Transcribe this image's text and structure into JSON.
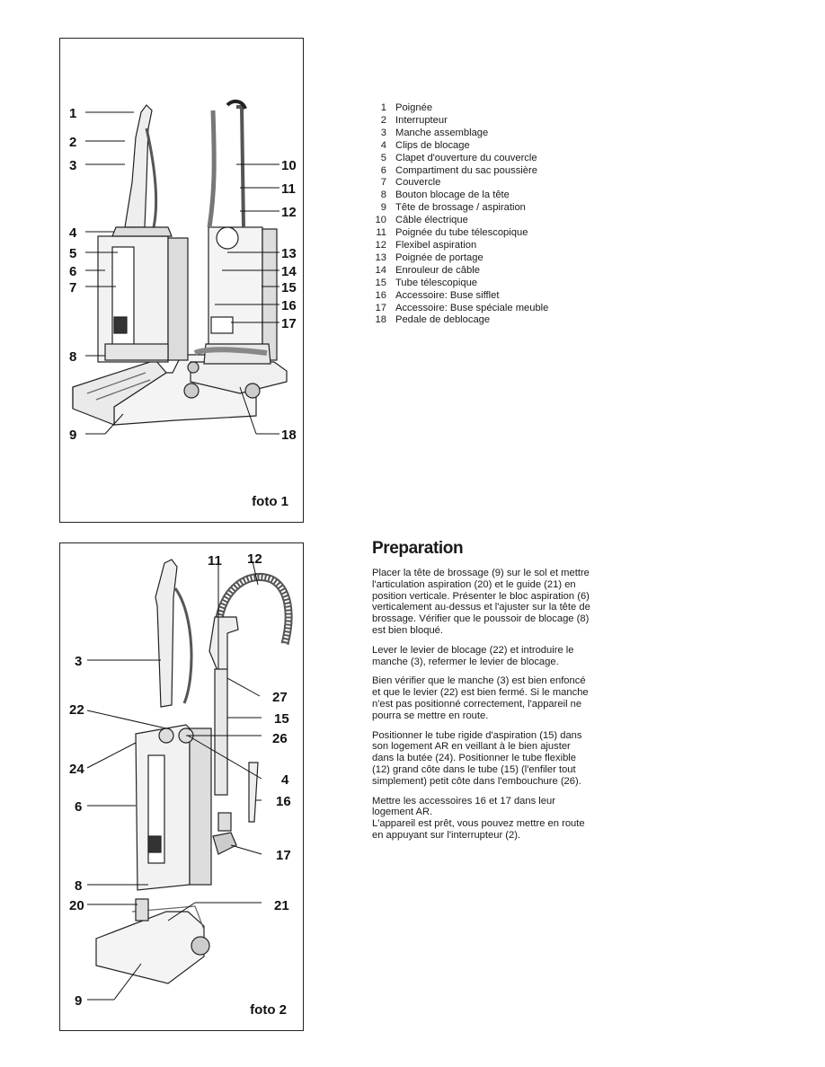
{
  "figure1": {
    "caption": "foto 1",
    "callouts": [
      "1",
      "2",
      "3",
      "4",
      "5",
      "6",
      "7",
      "8",
      "9",
      "10",
      "11",
      "12",
      "13",
      "14",
      "15",
      "16",
      "17",
      "18"
    ]
  },
  "figure2": {
    "caption": "foto 2",
    "callouts": [
      "11",
      "12",
      "3",
      "27",
      "22",
      "15",
      "26",
      "24",
      "4",
      "6",
      "16",
      "17",
      "8",
      "20",
      "21",
      "9"
    ]
  },
  "parts": [
    {
      "num": "1",
      "label": "Poignée"
    },
    {
      "num": "2",
      "label": "Interrupteur"
    },
    {
      "num": "3",
      "label": "Manche assemblage"
    },
    {
      "num": "4",
      "label": "Clips de blocage"
    },
    {
      "num": "5",
      "label": "Clapet d'ouverture du couvercle"
    },
    {
      "num": "6",
      "label": "Compartiment du sac poussière"
    },
    {
      "num": "7",
      "label": "Couvercle"
    },
    {
      "num": "8",
      "label": "Bouton blocage de la tête"
    },
    {
      "num": "9",
      "label": "Tête de brossage / aspiration"
    },
    {
      "num": "10",
      "label": "Câble électrique"
    },
    {
      "num": "11",
      "label": "Poignée du tube télescopique"
    },
    {
      "num": "12",
      "label": "Flexibel aspiration"
    },
    {
      "num": "13",
      "label": "Poignée de portage"
    },
    {
      "num": "14",
      "label": "Enrouleur de câble"
    },
    {
      "num": "15",
      "label": "Tube télescopique"
    },
    {
      "num": "16",
      "label": "Accessoire: Buse sifflet"
    },
    {
      "num": "17",
      "label": "Accessoire: Buse spéciale meuble"
    },
    {
      "num": "18",
      "label": "Pedale de deblocage"
    }
  ],
  "preparation": {
    "title": "Preparation",
    "paragraphs": [
      "Placer la tête de brossage (9) sur le sol et mettre l'articulation aspiration (20) et le guide (21) en position verticale. Présenter le bloc aspiration (6) verticalement au-dessus et l'ajuster sur la tête de brossage. Vérifier que le poussoir de blocage (8) est bien bloqué.",
      "Lever le levier de blocage (22) et introduire le manche (3), refermer le levier de blocage.",
      "Bien vérifier que le manche (3) est bien enfoncé et que le levier (22) est bien fermé. Si le manche n'est pas positionné correctement, l'appareil ne pourra se mettre en route.",
      "Positionner le tube rigide d'aspiration (15) dans son logement AR en veillant à le bien ajuster dans la butée (24). Positionner le tube flexible (12) grand côte dans le tube (15) (l'enfiler tout simplement) petit côte dans l'embouchure (26).",
      "Mettre les accessoires 16 et 17 dans leur logement AR.",
      "L'appareil est prêt, vous pouvez mettre en route en appuyant sur l'interrupteur (2)."
    ]
  }
}
